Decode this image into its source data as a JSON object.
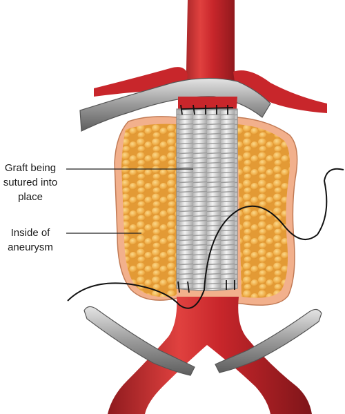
{
  "labels": {
    "graft": [
      "Graft being",
      "sutured into",
      "place"
    ],
    "inside": [
      "Inside of",
      "aneurysm"
    ]
  },
  "colors": {
    "artery": "#c8262b",
    "artery_dark": "#8e1a1e",
    "artery_highlight": "#e8605c",
    "fat": "#e9a23c",
    "fat_light": "#f6c56a",
    "aneurysm_wall": "#f2b08c",
    "graft": "#dcdcdc",
    "clamp": "#9a9a9a",
    "suture": "#111111"
  }
}
